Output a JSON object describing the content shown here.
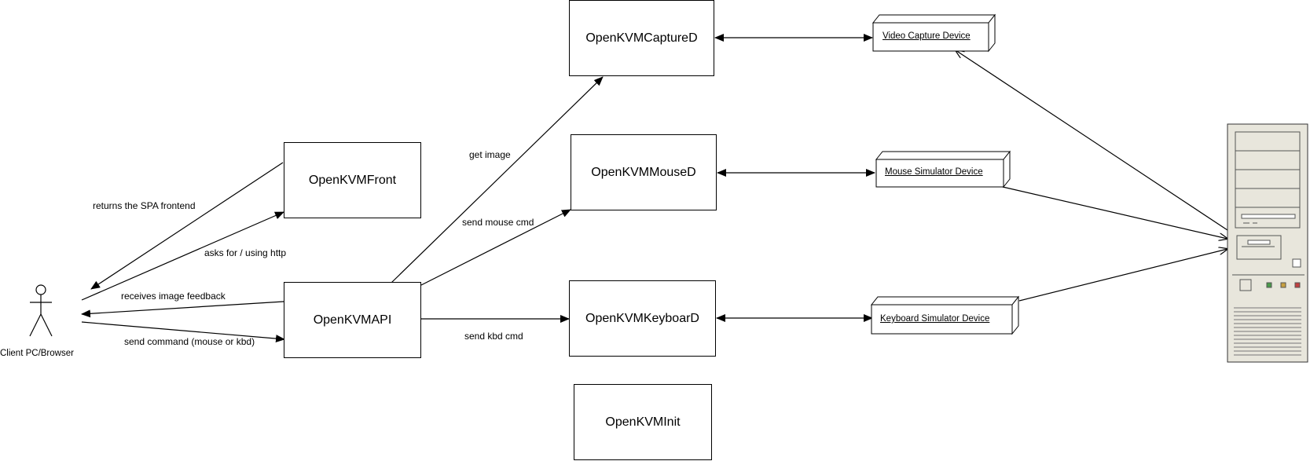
{
  "actor": {
    "label": "Client PC/Browser"
  },
  "components": {
    "front": "OpenKVMFront",
    "api": "OpenKVMAPI",
    "capture": "OpenKVMCaptureD",
    "mouse": "OpenKVMMouseD",
    "keyboard": "OpenKVMKeyboarD",
    "init": "OpenKVMInit"
  },
  "devices": {
    "video": "Video Capture Device",
    "mouse": "Mouse Simulator Device",
    "keyboard": "Keyboard Simulator Device"
  },
  "edges": {
    "returns_spa": "returns the SPA frontend",
    "asks_for": "asks for / using http",
    "receives_image": "receives image feedback",
    "send_command": "send command (mouse or kbd)",
    "get_image": "get image",
    "send_mouse": "send mouse cmd",
    "send_kbd": "send kbd cmd"
  }
}
